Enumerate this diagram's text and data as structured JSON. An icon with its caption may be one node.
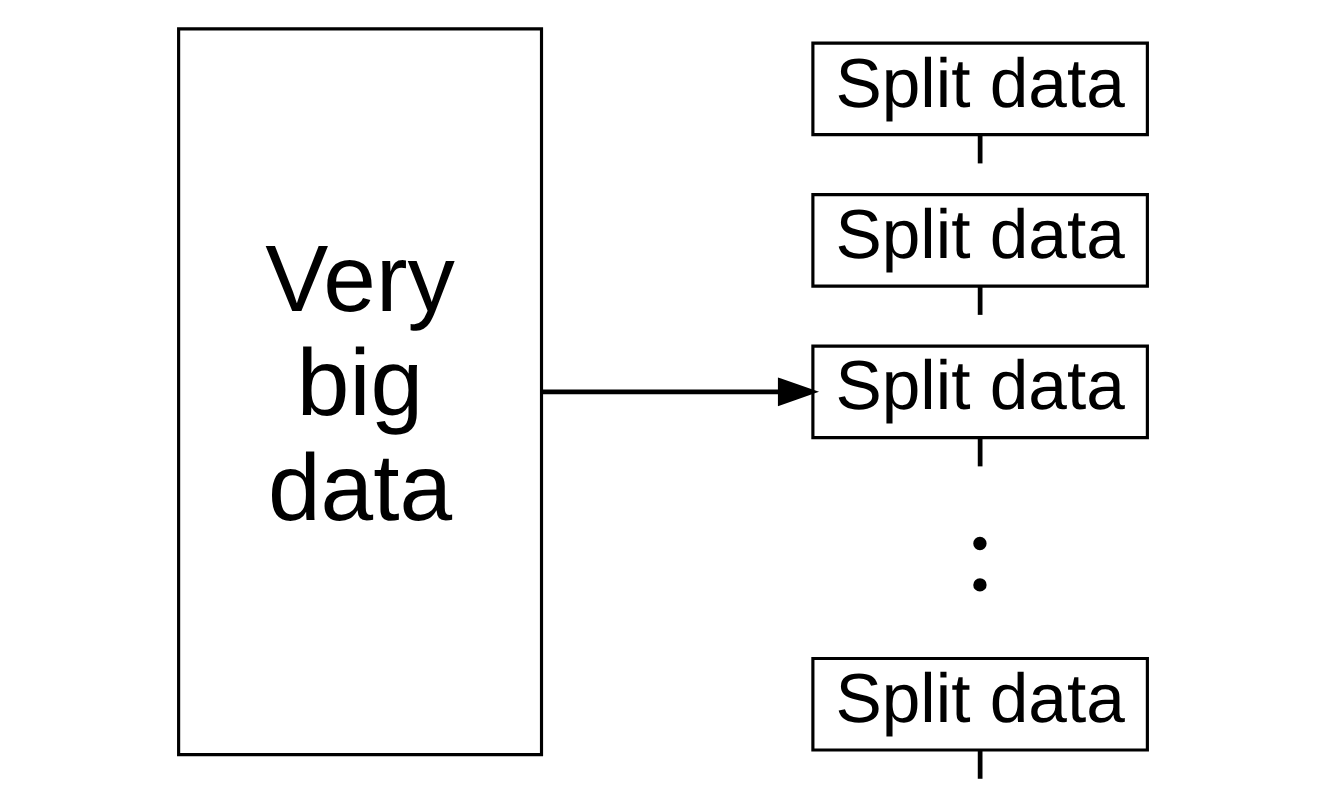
{
  "diagram": {
    "nodes": [
      {
        "text": [
          "Very big data"
        ]
      },
      {
        "text": [
          "Split data"
        ]
      },
      {
        "text": [
          "Split data"
        ]
      },
      {
        "text": [
          "Split data"
        ]
      },
      {
        "text": [
          "Split data"
        ]
      }
    ],
    "edges": [
      {
        "from": 0,
        "to": 3,
        "arrow": "to"
      },
      {
        "from": 1,
        "to": null,
        "arrow": "none"
      },
      {
        "from": 2,
        "to": null,
        "arrow": "none"
      },
      {
        "from": 3,
        "to": null,
        "arrow": "none"
      },
      {
        "from": 4,
        "to": null,
        "arrow": "none"
      }
    ],
    "labels": [
      ":"
    ]
  }
}
